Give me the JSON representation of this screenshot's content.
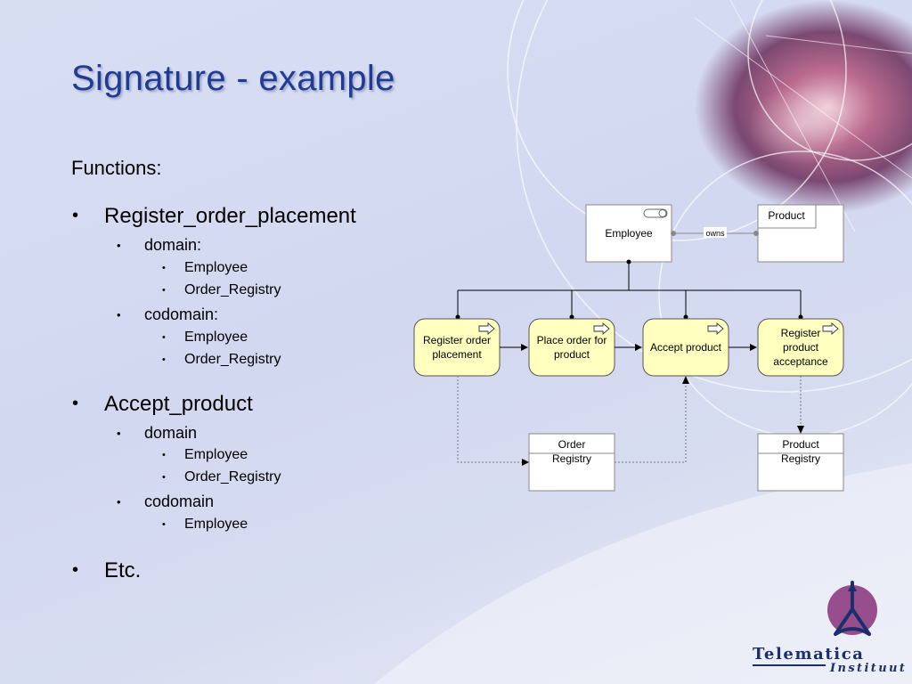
{
  "slide": {
    "title": "Signature - example",
    "subtitle": "Functions:"
  },
  "outline": {
    "f1": "Register_order_placement",
    "f1_domain": "domain:",
    "f1_domain_items": [
      "Employee",
      "Order_Registry"
    ],
    "f1_codomain": "codomain:",
    "f1_codomain_items": [
      "Employee",
      "Order_Registry"
    ],
    "f2": "Accept_product",
    "f2_domain": "domain",
    "f2_domain_items": [
      "Employee",
      "Order_Registry"
    ],
    "f2_codomain": "codomain",
    "f2_codomain_items": [
      "Employee"
    ],
    "etc": "Etc."
  },
  "diagram": {
    "employee": "Employee",
    "product": "Product",
    "owns": "owns",
    "processes": [
      {
        "line1": "Register order",
        "line2": "placement"
      },
      {
        "line1": "Place order for",
        "line2": "product"
      },
      {
        "line1": "Accept product",
        "line2": ""
      },
      {
        "line1": "Register",
        "line2": "product",
        "line3": "acceptance"
      }
    ],
    "order_registry": {
      "line1": "Order",
      "line2": "Registry"
    },
    "product_registry": {
      "line1": "Product",
      "line2": "Registry"
    }
  },
  "logo": {
    "name": "Telematica",
    "name2": "Instituut"
  },
  "colors": {
    "title": "#1f3b93",
    "process_fill": "#ffffc0",
    "logo_purple": "#8e3c80",
    "logo_navy": "#1c2f6d"
  }
}
